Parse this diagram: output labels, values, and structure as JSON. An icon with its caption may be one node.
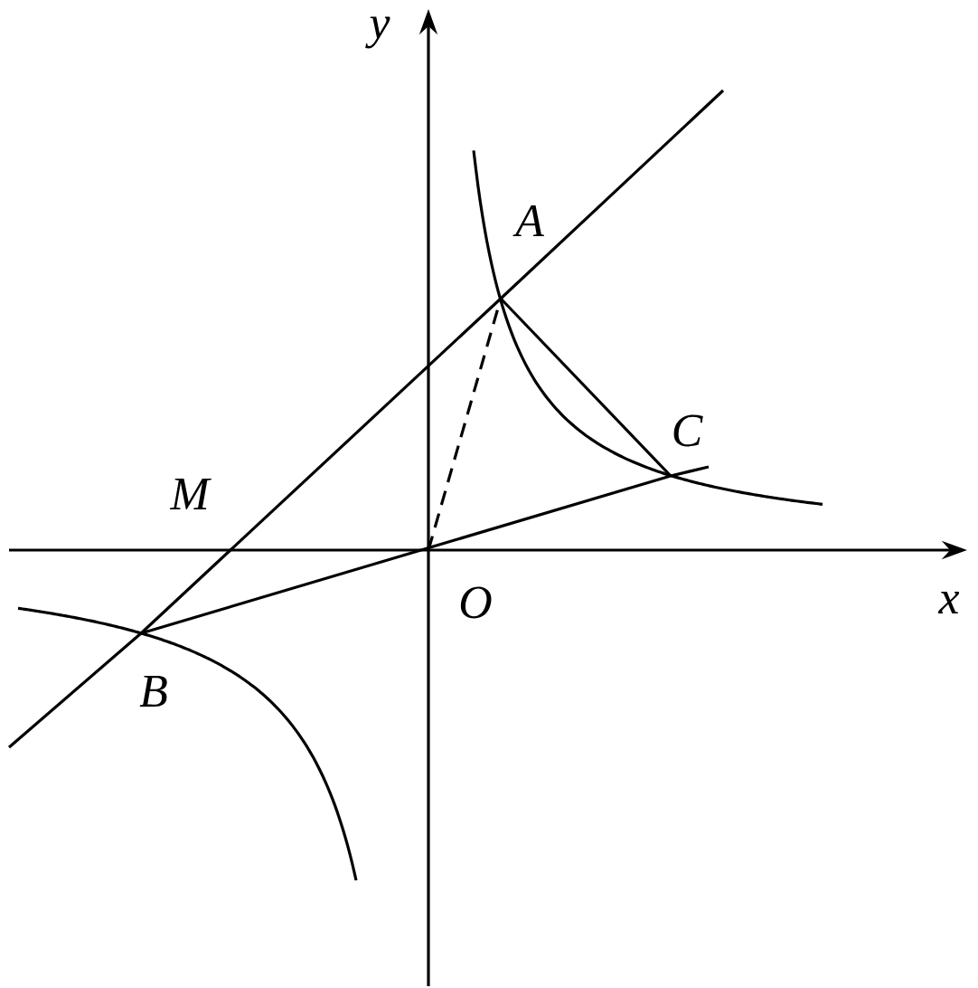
{
  "diagram": {
    "nodes": [
      {
        "text": [
          "A"
        ]
      },
      {
        "text": [
          "B"
        ]
      },
      {
        "text": [
          "C"
        ]
      },
      {
        "text": [
          "M"
        ]
      },
      {
        "text": [
          "O"
        ]
      }
    ],
    "edges": [
      {
        "from": 1,
        "to": 0,
        "arrow": "none"
      },
      {
        "from": 1,
        "to": 2,
        "arrow": "none"
      },
      {
        "from": 0,
        "to": 2,
        "arrow": "none"
      },
      {
        "from": 4,
        "to": 0,
        "arrow": "none",
        "style": "dashed"
      }
    ],
    "labels": [
      "y",
      "x"
    ]
  }
}
